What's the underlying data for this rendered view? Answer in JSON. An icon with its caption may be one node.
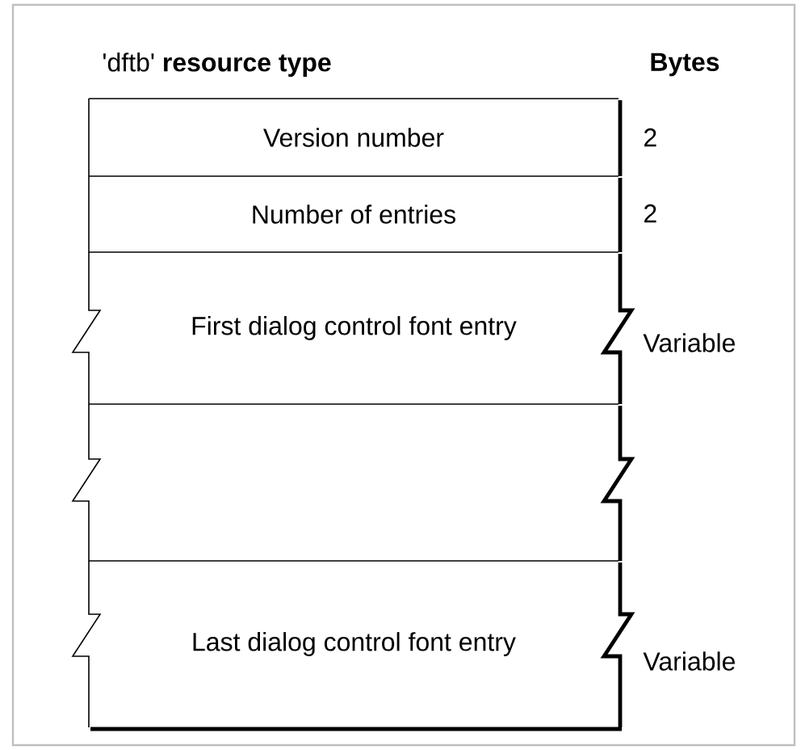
{
  "diagram": {
    "title": "'dftb' **resource type**",
    "nodes": [
      {
        "text": [
          "Version number"
        ],
        "beside": [
          "2"
        ]
      },
      {
        "text": [
          "Number of entries"
        ],
        "beside": [
          "2"
        ]
      },
      {
        "text": [
          "First dialog control font entry"
        ],
        "beside": [
          "Variable"
        ]
      },
      {
        "text": [],
        "shape": "box"
      },
      {
        "text": [
          "Last dialog control font entry"
        ],
        "beside": [
          "Variable"
        ]
      }
    ],
    "labels": [
      "Bytes"
    ]
  }
}
